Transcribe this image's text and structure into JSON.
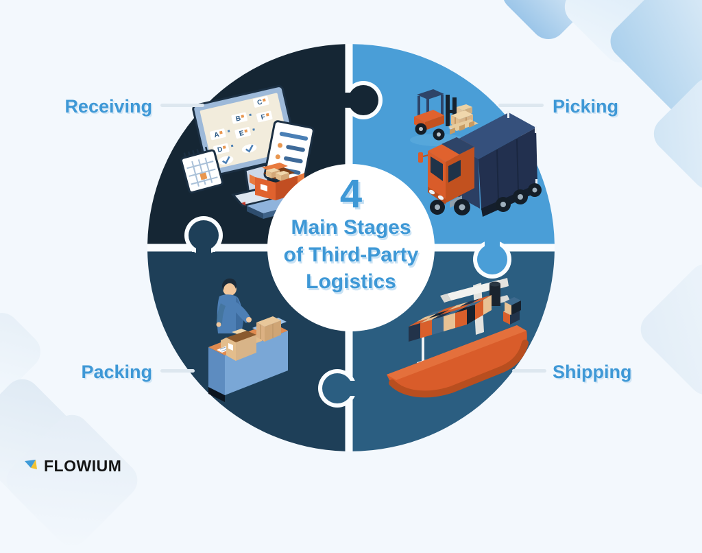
{
  "title": {
    "big_number": "4",
    "lines": [
      "Main Stages",
      "of Third-Party",
      "Logistics"
    ]
  },
  "stages": [
    {
      "label": "Receiving",
      "position": "top-left",
      "piece_color": "#152634",
      "illustration": "inventory-computer",
      "screen_labels": [
        "A",
        "B",
        "C",
        "D",
        "E",
        "F"
      ]
    },
    {
      "label": "Picking",
      "position": "top-right",
      "piece_color": "#4a9ed7",
      "illustration": "forklift-and-truck"
    },
    {
      "label": "Shipping",
      "position": "bottom-right",
      "piece_color": "#2b5e81",
      "illustration": "container-ship"
    },
    {
      "label": "Packing",
      "position": "bottom-left",
      "piece_color": "#1e3f58",
      "illustration": "packing-desk"
    }
  ],
  "logo": {
    "text": "FLOWIUM"
  },
  "palette": {
    "background": "#f3f8fd",
    "label_blue": "#3e98d6",
    "title_blue": "#3e98d6",
    "title_shadow": "#c3def2",
    "connector_gray": "#dde7ef",
    "center_circle": "#ffffff",
    "orange": "#d95c2a",
    "navy": "#2e4468",
    "tan": "#e8c294",
    "logo_mark_blue": "#3f9bd8",
    "logo_mark_yellow": "#f2c230"
  }
}
